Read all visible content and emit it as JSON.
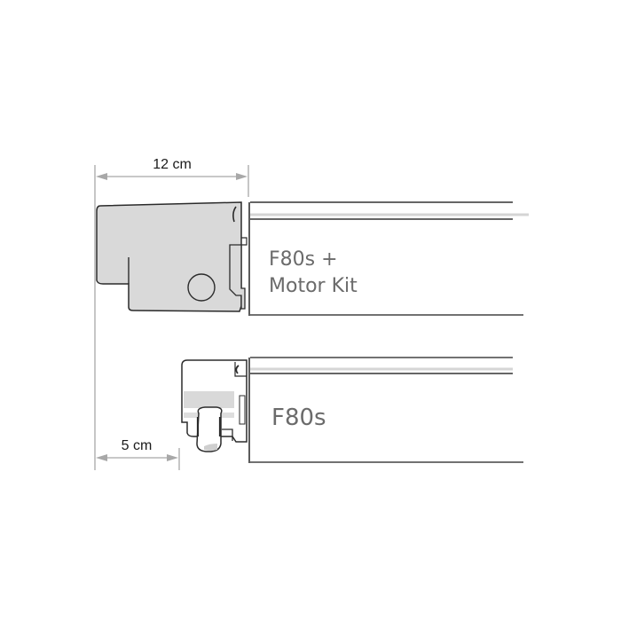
{
  "dimensions": {
    "top_width": "12 cm",
    "bottom_width": "5 cm"
  },
  "products": [
    {
      "label_line1": "F80s +",
      "label_line2": "Motor Kit"
    },
    {
      "label_line1": "F80s"
    }
  ],
  "colors": {
    "outline": "#2b2b2b",
    "housing_fill": "#d9d9d9",
    "dimension_line": "#9a9a9a",
    "label_text": "#6b6b6b",
    "highlight_stripe": "#d4d4d4"
  }
}
